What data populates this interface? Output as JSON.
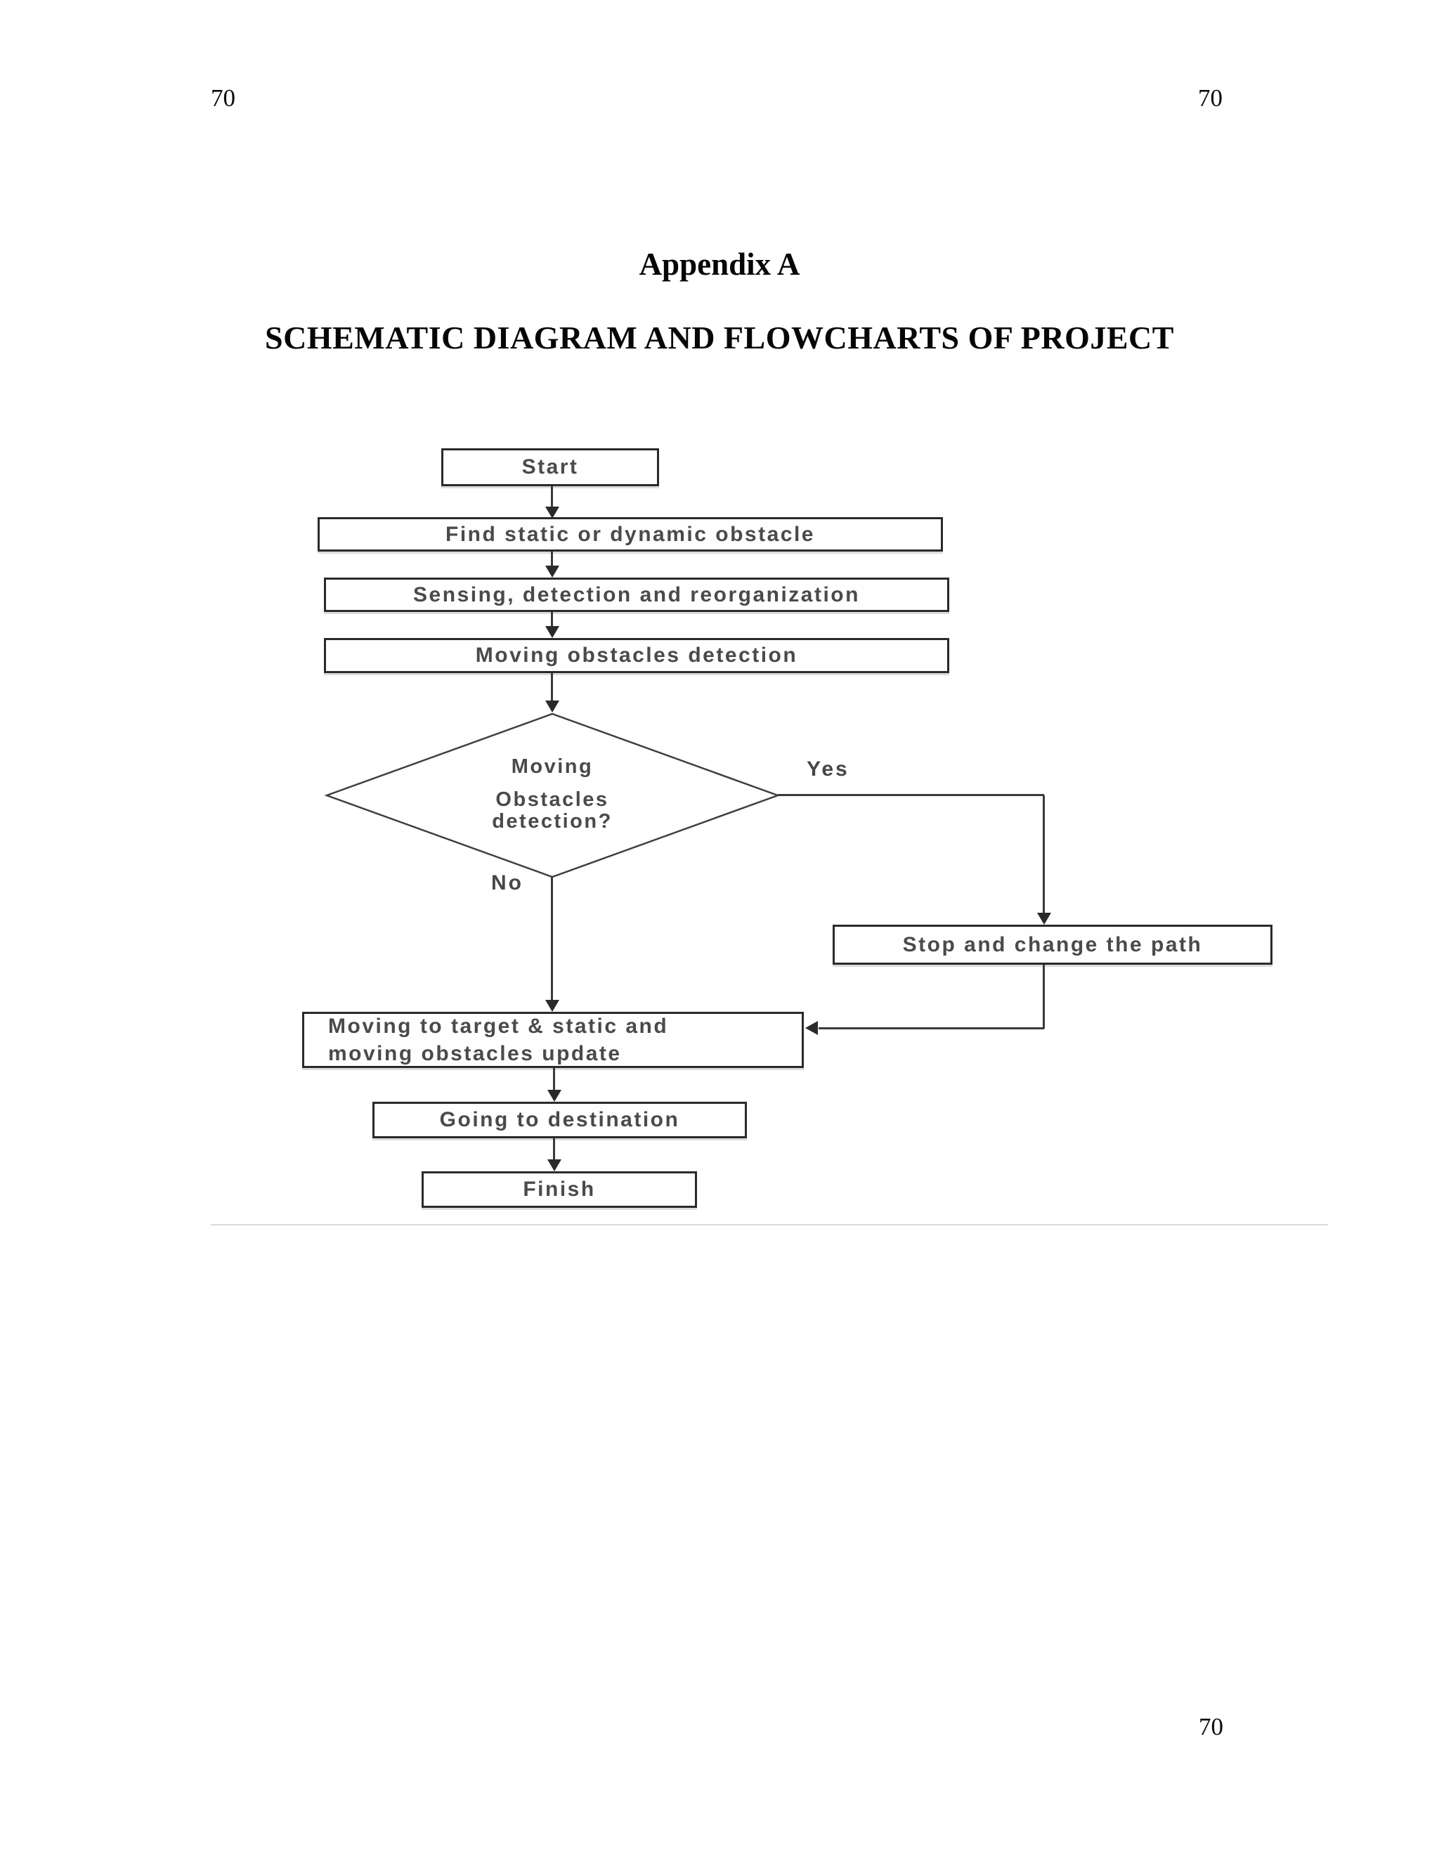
{
  "page": {
    "top_left_page_number": "70",
    "top_right_page_number": "70",
    "title": "Appendix A",
    "subtitle": "SCHEMATIC DIAGRAM AND FLOWCHARTS OF PROJECT",
    "bottom_page_number": "70"
  },
  "flowchart": {
    "nodes": {
      "start": {
        "label": "Start"
      },
      "find_obstacle": {
        "label": "Find static or dynamic obstacle"
      },
      "sensing": {
        "label": "Sensing, detection and reorganization"
      },
      "moving_detection": {
        "label": "Moving obstacles detection"
      },
      "decision": {
        "line1": "Moving",
        "line2": "Obstacles",
        "line3": "detection?"
      },
      "stop_change": {
        "label": "Stop and change the path"
      },
      "target_update": {
        "line1": "Moving to target & static and",
        "line2": "moving obstacles update"
      },
      "going_destination": {
        "label": "Going to destination"
      },
      "finish": {
        "label": "Finish"
      }
    },
    "edge_labels": {
      "yes": "Yes",
      "no": "No"
    },
    "colors": {
      "line": "#3a3a3a",
      "box_border": "#2a2a2a",
      "node_text": "#4a4a4a"
    }
  }
}
